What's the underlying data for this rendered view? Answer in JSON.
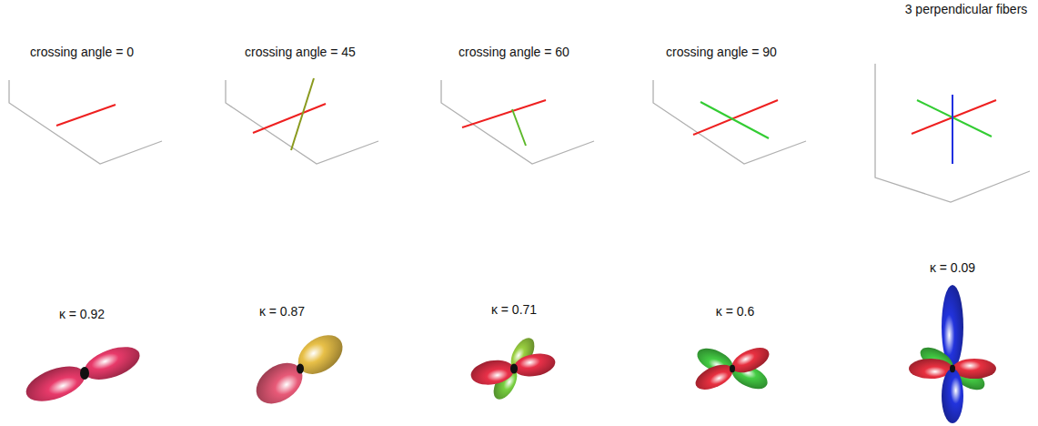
{
  "diagram": {
    "labels": [
      "crossing angle = 0",
      "crossing angle = 45",
      "crossing angle = 60",
      "crossing angle = 90",
      "3 perpendicular fibers",
      "κ = 0.92",
      "κ = 0.87",
      "κ = 0.71",
      "κ = 0.6",
      "κ = 0.09"
    ]
  }
}
